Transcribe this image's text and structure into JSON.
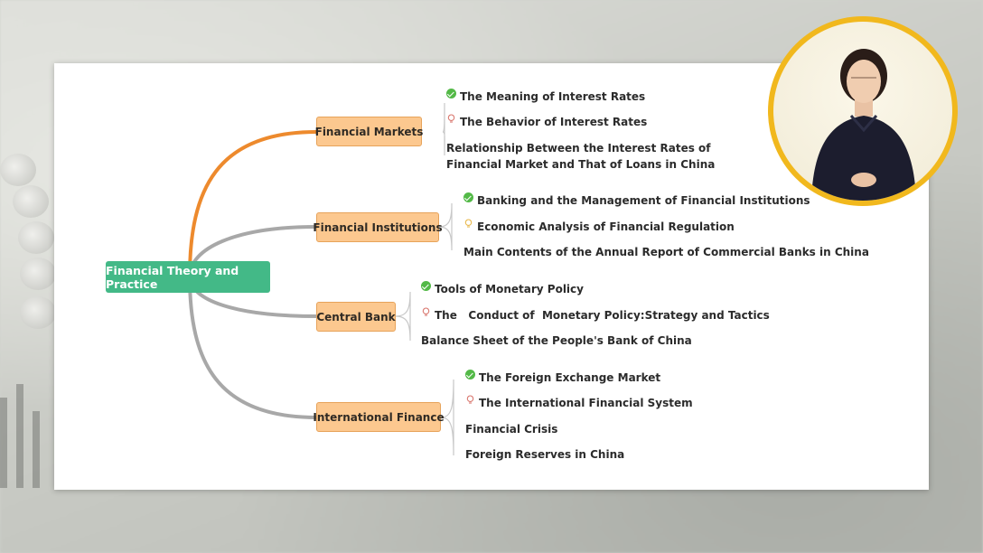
{
  "mindmap": {
    "root": "Financial Theory and Practice",
    "branches": [
      {
        "label": "Financial Markets",
        "leaves": [
          {
            "icon": "check-icon",
            "text": "The Meaning of Interest Rates"
          },
          {
            "icon": "bulb-icon",
            "text": "The Behavior of Interest Rates"
          },
          {
            "icon": "",
            "text": "Relationship Between the Interest Rates of",
            "text2": "Financial Market and That of Loans in China"
          }
        ]
      },
      {
        "label": "Financial Institutions",
        "leaves": [
          {
            "icon": "check-icon",
            "text": "Banking and the Management of Financial Institutions"
          },
          {
            "icon": "bulb-icon",
            "text": "Economic Analysis of Financial Regulation"
          },
          {
            "icon": "",
            "text": "Main Contents of the Annual Report of Commercial Banks in China"
          }
        ]
      },
      {
        "label": "Central Bank",
        "leaves": [
          {
            "icon": "check-icon",
            "text": "Tools of Monetary Policy"
          },
          {
            "icon": "bulb-icon",
            "text": "The   Conduct of  Monetary Policy:Strategy and Tactics"
          },
          {
            "icon": "",
            "text": "Balance Sheet of the People's Bank of China"
          }
        ]
      },
      {
        "label": "International Finance",
        "leaves": [
          {
            "icon": "check-icon",
            "text": "The Foreign Exchange Market"
          },
          {
            "icon": "bulb-icon",
            "text": "The International Financial System"
          },
          {
            "icon": "",
            "text": "Financial Crisis"
          },
          {
            "icon": "",
            "text": "Foreign Reserves in China"
          }
        ]
      }
    ]
  },
  "colors": {
    "root": "#43b987",
    "branch_fill": "#fcc88f",
    "active_link": "#ed8a2d",
    "link": "#a8a8a8",
    "check": "#53b947",
    "bulb_red": "#d9776e",
    "bulb_yellow": "#e8b84b",
    "avatar_ring": "#f1b81d"
  }
}
